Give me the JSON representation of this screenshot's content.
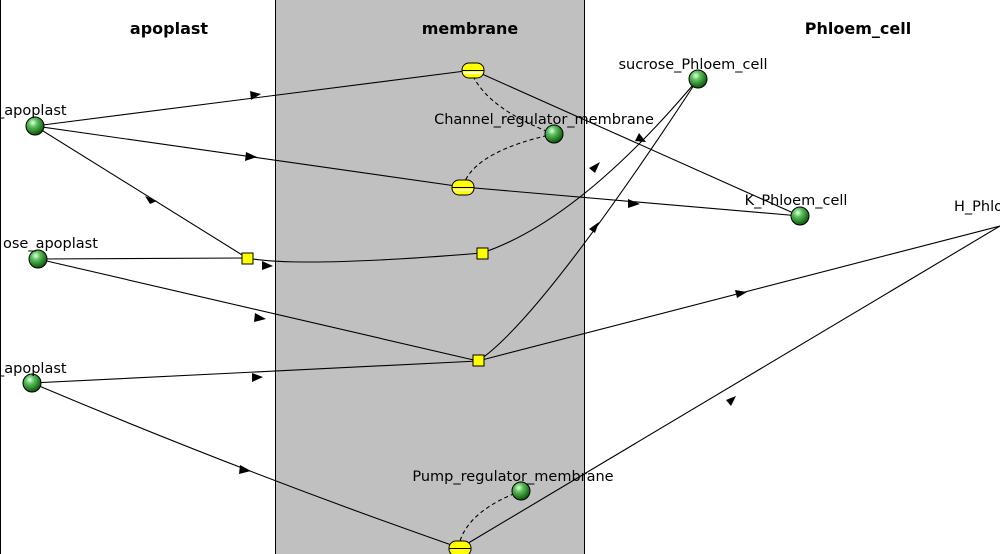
{
  "compartments": {
    "apoplast": "apoplast",
    "membrane": "membrane",
    "phloem": "Phloem_cell"
  },
  "species": {
    "k_apoplast": "_apoplast",
    "sucrose_apoplast": "ose_apoplast",
    "h_apoplast": "_apoplast",
    "channel_regulator": "Channel_regulator_membrane",
    "pump_regulator": "Pump_regulator_membrane",
    "sucrose_phloem": "sucrose_Phloem_cell",
    "k_phloem": "K_Phloem_cell",
    "h_phloem": "H_Phlo"
  },
  "colors": {
    "membrane_fill": "#c0c0c0",
    "species_fill": "#2e9a2e",
    "transition_fill": "#ffff00"
  }
}
